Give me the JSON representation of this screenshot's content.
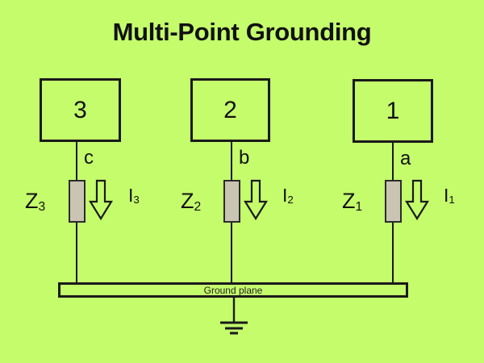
{
  "diagram": {
    "title": "Multi-Point Grounding",
    "background_color": "#c4fc6c",
    "line_color": "#1a1a1a",
    "impedance_fill_color": "#c9c5b2",
    "ground_plane": {
      "label": "Ground plane",
      "earth_symbol": "earth-ground-symbol"
    },
    "branches": [
      {
        "device_label": "3",
        "node_letter": "c",
        "impedance_label": "Z",
        "impedance_subscript": "3",
        "current_label": "I",
        "current_subscript": "3",
        "current_direction": "down"
      },
      {
        "device_label": "2",
        "node_letter": "b",
        "impedance_label": "Z",
        "impedance_subscript": "2",
        "current_label": "I",
        "current_subscript": "2",
        "current_direction": "down"
      },
      {
        "device_label": "1",
        "node_letter": "a",
        "impedance_label": "Z",
        "impedance_subscript": "1",
        "current_label": "I",
        "current_subscript": "1",
        "current_direction": "down"
      }
    ]
  }
}
